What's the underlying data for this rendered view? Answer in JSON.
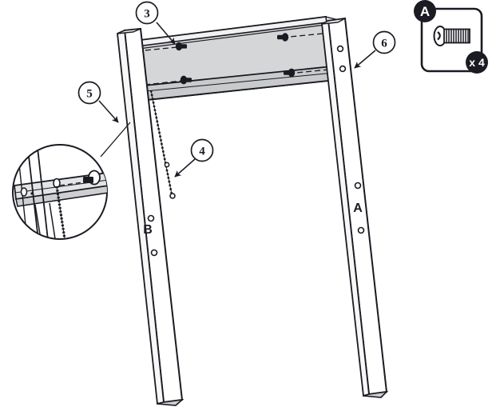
{
  "diagram": {
    "title": "Furniture assembly step diagram",
    "background_color": "#ffffff",
    "line_color": "#1a1a22",
    "panel_fill": "#d4d6d7",
    "panel_edge_fill": "#ffffff",
    "badge_fill": "#1b1b23"
  },
  "callouts": [
    {
      "id": "3",
      "label": "3",
      "target": "top-panel"
    },
    {
      "id": "4",
      "label": "4",
      "target": "threaded-rod"
    },
    {
      "id": "5",
      "label": "5",
      "target": "detail-magnifier"
    },
    {
      "id": "6",
      "label": "6",
      "target": "right-leg"
    }
  ],
  "part_labels": [
    {
      "id": "B",
      "label": "B",
      "target": "left-leg"
    },
    {
      "id": "A",
      "label": "A",
      "target": "right-leg"
    }
  ],
  "hardware": {
    "badge_letter": "A",
    "quantity_label": "x 4",
    "item_name": "pan-head-bolt",
    "item_description": "Pan head bolt with threaded shaft"
  },
  "legs": {
    "left": {
      "name": "B",
      "hole_count": 2
    },
    "right": {
      "name": "A",
      "hole_count": 2
    }
  },
  "panel": {
    "name": "top-panel",
    "bolt_count": 4
  }
}
